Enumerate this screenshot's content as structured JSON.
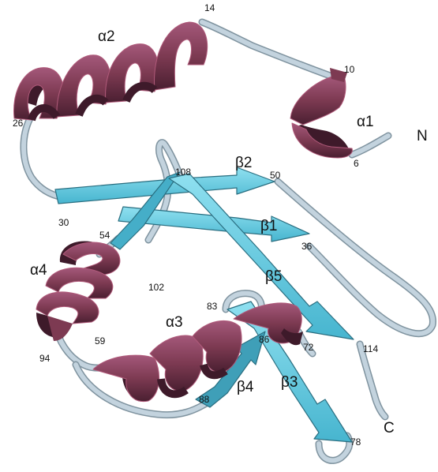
{
  "colors": {
    "helix": "#7d3a52",
    "helix_dark": "#3e1a2a",
    "helix_edge": "#b05a7a",
    "strand": "#5cc8df",
    "strand_dark": "#2a6e80",
    "coil": "#c3d3de",
    "coil_edge": "#7f939f"
  },
  "terminals": {
    "n": "N",
    "c": "C"
  },
  "helices": [
    {
      "id": "a1",
      "label": "α1"
    },
    {
      "id": "a2",
      "label": "α2"
    },
    {
      "id": "a3",
      "label": "α3"
    },
    {
      "id": "a4",
      "label": "α4"
    }
  ],
  "strands": [
    {
      "id": "b1",
      "label": "β1"
    },
    {
      "id": "b2",
      "label": "β2"
    },
    {
      "id": "b3",
      "label": "β3"
    },
    {
      "id": "b4",
      "label": "β4"
    },
    {
      "id": "b5",
      "label": "β5"
    }
  ],
  "residues": {
    "r6": "6",
    "r10": "10",
    "r14": "14",
    "r26": "26",
    "r30": "30",
    "r36": "36",
    "r50": "50",
    "r54": "54",
    "r59": "59",
    "r72": "72",
    "r78": "78",
    "r83": "83",
    "r86": "86",
    "r88": "88",
    "r94": "94",
    "r102": "102",
    "r108": "108",
    "r114": "114"
  }
}
